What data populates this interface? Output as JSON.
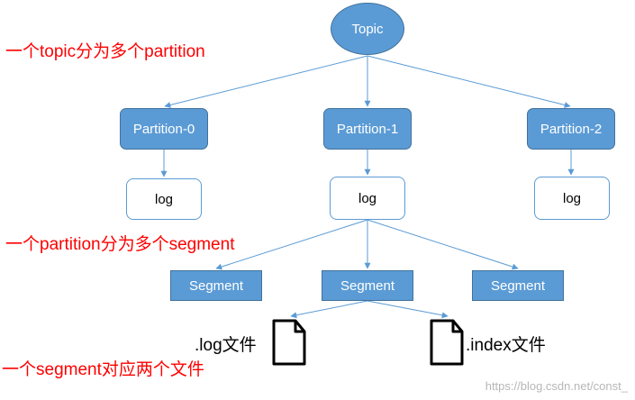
{
  "annotations": {
    "topic_split": "一个topic分为多个partition",
    "partition_split": "一个partition分为多个segment",
    "segment_files": "一个segment对应两个文件"
  },
  "topic": {
    "label": "Topic"
  },
  "partitions": [
    {
      "label": "Partition-0",
      "log": "log"
    },
    {
      "label": "Partition-1",
      "log": "log"
    },
    {
      "label": "Partition-2",
      "log": "log"
    }
  ],
  "segments": [
    {
      "label": "Segment"
    },
    {
      "label": "Segment"
    },
    {
      "label": "Segment"
    }
  ],
  "files": [
    {
      "label": ".log文件",
      "icon": "document-icon"
    },
    {
      "label": ".index文件",
      "icon": "document-icon"
    }
  ],
  "watermark": "https://blog.csdn.net/const_",
  "colors": {
    "node_fill": "#5b9bd5",
    "node_border": "#41719c",
    "edge": "#5b9bd5",
    "annotation": "#ff0000"
  }
}
